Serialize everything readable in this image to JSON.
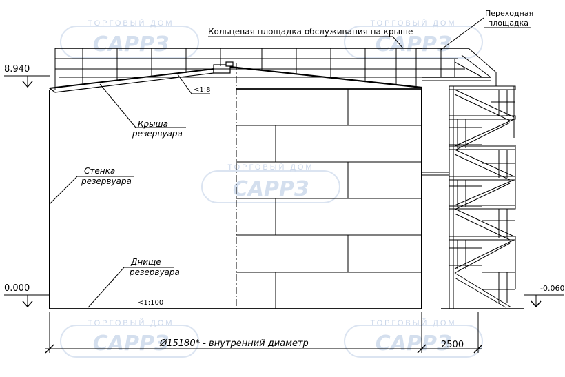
{
  "watermark": {
    "line1": "ТОРГОВЫЙ ДОМ",
    "line2": "САРРЗ"
  },
  "labels": {
    "ring_platform": "Кольцевая площадка обслуживания на крыше",
    "transition_platform_1": "Переходная",
    "transition_platform_2": "площадка",
    "roof_1": "Крыша",
    "roof_2": "резервуара",
    "wall_1": "Стенка",
    "wall_2": "резервуара",
    "bottom_1": "Днище",
    "bottom_2": "резервуара"
  },
  "elevations": {
    "top": "8.940",
    "zero": "0.000",
    "ground": "-0.060"
  },
  "slopes": {
    "roof": "<1:8",
    "bottom": "<1:100"
  },
  "dimensions": {
    "diameter": "Ø15180* - внутренний диаметр",
    "stair_offset": "2500"
  },
  "colors": {
    "line": "#000000",
    "watermark": "#c9d6ea"
  }
}
